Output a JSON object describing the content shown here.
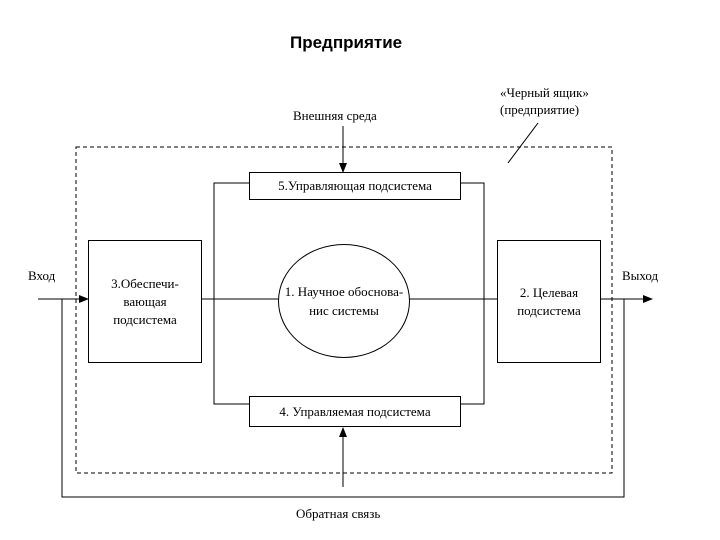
{
  "title": "Предприятие",
  "labels": {
    "external_env": "Внешняя среда",
    "black_box_line1": "«Черный ящик»",
    "black_box_line2": "(предприятие)",
    "input": "Вход",
    "output": "Выход",
    "feedback": "Обратная связь"
  },
  "blocks": {
    "control": "5.Управляющая подсистема",
    "controlled": "4. Управляемая подсистема",
    "support": [
      "3.Обеспечи-",
      "вающая",
      "подсистема"
    ],
    "science": [
      "1. Научное",
      "обоснова-",
      "нис",
      "системы"
    ],
    "target": [
      "2. Целевая",
      "подсистема"
    ]
  }
}
